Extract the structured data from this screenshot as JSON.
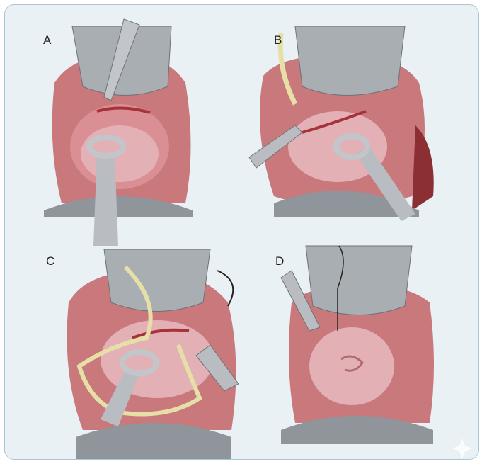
{
  "panels": [
    {
      "label": "A"
    },
    {
      "label": "B"
    },
    {
      "label": "C"
    },
    {
      "label": "D"
    }
  ],
  "colors": {
    "tissue": "#c9787c",
    "tissue_light": "#e3b1b5",
    "metal": "#a9aeb3",
    "suture": "#e6e0a8",
    "background": "#e9f1f5"
  }
}
